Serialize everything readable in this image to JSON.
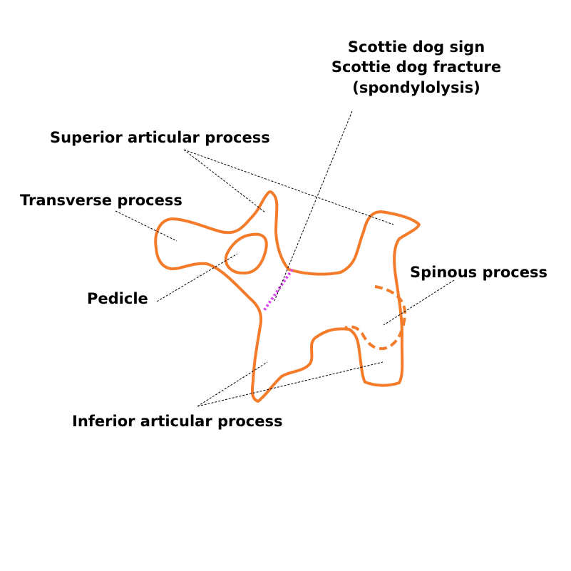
{
  "diagram": {
    "labels": {
      "scottie_sign": "Scottie dog sign",
      "scottie_fracture": "Scottie dog fracture",
      "spondylolysis": "(spondylolysis)",
      "superior_articular": "Superior articular process",
      "transverse": "Transverse process",
      "pedicle": "Pedicle",
      "spinous": "Spinous process",
      "inferior_articular": "Inferior articular process"
    },
    "colors": {
      "outline": "#f47b2a",
      "fracture": "#d946ef",
      "text": "#000000",
      "leader": "#000000"
    }
  }
}
